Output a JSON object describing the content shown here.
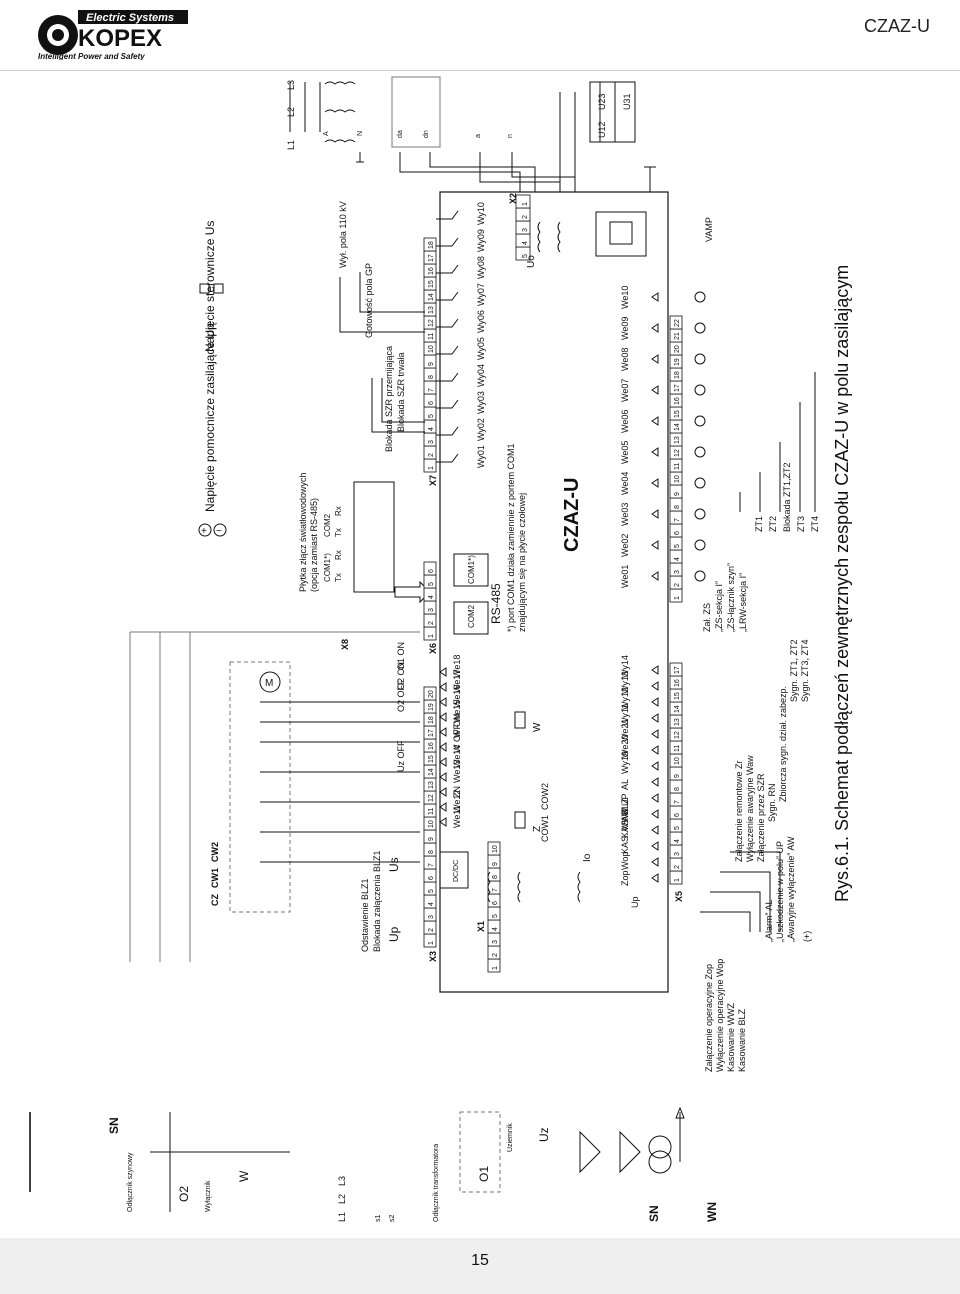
{
  "header": {
    "brand_top": "Electric Systems",
    "brand_name": "KOPEX",
    "brand_tagline": "Intelligent Power and Safety",
    "doc_code": "CZAZ-U"
  },
  "diagram": {
    "caption": "Rys.6.1.  Schemat podłączeń zewnętrznych zespołu CZAZ-U w polu zasilającym",
    "device_name": "CZAZ-U",
    "supply_aux": "Napięcie pomocnicze zasilające Up",
    "supply_ctrl": "Napięcie sterownicze  Us",
    "plus_sign": "+",
    "minus_sign": "−",
    "phases": [
      "L1",
      "L2",
      "L3"
    ],
    "meas_tags": [
      "A",
      "N",
      "da",
      "dn",
      "a",
      "n"
    ],
    "voltages": [
      "U12",
      "U23",
      "U31"
    ],
    "uo": "Uo",
    "vamp": "VAMP",
    "strips": {
      "X2": {
        "name": "X2",
        "pins": [
          "5",
          "4",
          "3",
          "2",
          "1"
        ]
      },
      "X7": {
        "name": "X7",
        "pins": [
          "1",
          "2",
          "3",
          "4",
          "5",
          "6",
          "7",
          "8",
          "9",
          "10",
          "11",
          "12",
          "13",
          "14",
          "15",
          "16",
          "17",
          "18"
        ]
      },
      "X6": {
        "name": "X6",
        "pins": [
          "1",
          "2",
          "3",
          "4",
          "5",
          "6"
        ]
      },
      "X8": {
        "name": "X8"
      },
      "X3": {
        "name": "X3",
        "pins": [
          "1",
          "2",
          "3",
          "4",
          "5",
          "6",
          "7",
          "8",
          "9",
          "10",
          "11",
          "12",
          "13",
          "14",
          "15",
          "16",
          "17",
          "18",
          "19",
          "20"
        ]
      },
      "X1": {
        "name": "X1",
        "pins": [
          "1",
          "2",
          "3",
          "4",
          "5",
          "6",
          "7",
          "8",
          "9",
          "10"
        ]
      },
      "X5": {
        "name": "X5",
        "pins": [
          "1",
          "2",
          "3",
          "4",
          "5",
          "6",
          "7",
          "8",
          "9",
          "10",
          "11",
          "12",
          "13",
          "14",
          "15",
          "16",
          "17"
        ]
      },
      "X4": {
        "name": "X4",
        "pins": [
          "1",
          "2",
          "3",
          "4",
          "5",
          "6",
          "7",
          "8",
          "9",
          "10",
          "11",
          "12",
          "13",
          "14",
          "15",
          "16",
          "17",
          "18",
          "19",
          "20",
          "21",
          "22"
        ]
      }
    },
    "relay_outputs": [
      "Wy01",
      "Wy02",
      "Wy03",
      "Wy04",
      "Wy05",
      "Wy06",
      "Wy07",
      "Wy08",
      "Wy09",
      "Wy10"
    ],
    "relay_functions": [
      "Blokada SZR przemijająca",
      "Blokada SZR trwała",
      "Gotowość pola GP",
      "Wył. pola 110 kV"
    ],
    "com_panel": {
      "title": "Płytka złącz światłowodowych",
      "subtitle": "(opcja zamiast RS-485)",
      "com_a": "COM1*)",
      "com_b": "COM2",
      "tx": "Tx",
      "rx": "Rx",
      "rs485": "RS-485",
      "note_1": "*) port COM1 działa zamiennie z portem COM1",
      "note_2": "znajdującym się na płycie czołowej"
    },
    "x3_inputs": [
      "We11",
      "We12",
      "ZN",
      "We13",
      "We14",
      "W OFF",
      "W ON",
      "We15",
      "We16",
      "We17",
      "We18"
    ],
    "x3_outputs": [
      "Uz OFF",
      "O2 OFF",
      "O2 ON",
      "O1 ON"
    ],
    "x3_labels": {
      "odst": "Odstawienie BLZ1",
      "blok": "Blokada załączenia BLZ1",
      "up": "Up",
      "us": "Us",
      "dcdc": "DC/DC",
      "cz": "CZ",
      "cw1": "CW1",
      "cw2": "CW2",
      "motor": "M"
    },
    "x1_labels": {
      "io": "Io",
      "z": "Z",
      "w": "W"
    },
    "x5_inputs": [
      "Zop",
      "Wop",
      "KAS. WWZ",
      "KAS. BLZ",
      "AW",
      "UP",
      "AL",
      "Wy19",
      "We20",
      "We21",
      "Wy11",
      "Wy12",
      "Wy13",
      "Wy14"
    ],
    "x5_labels": {
      "up": "Up",
      "cow1": "COW1",
      "cow2": "COW2"
    },
    "x4_inputs": [
      "We01",
      "We02",
      "We03",
      "We04",
      "We05",
      "We06",
      "We07",
      "We08",
      "We09",
      "We10"
    ],
    "left_notes": [
      "Załączenie operacyjne  Zop",
      "Wyłączenie operacyjne Wop",
      "Kasowanie WWZ",
      "Kasowanie BLZ",
      "„Alarm” AL",
      "„Uszkodzenie w polu” UP",
      "„Awaryjne wyłączenie” AW",
      "(+)"
    ],
    "mid_notes": [
      "Załączenie remontowe Zr",
      "Wyłączenie awaryjne Waw",
      "Załączenie przez SZR",
      "Sygn. RN",
      "Zbiorcza sygn. dział. zabezp.",
      "Sygn. ZT1, ZT2",
      "Sygn. ZT3, ZT4"
    ],
    "right_notes": [
      "Zał. ZS",
      "„ZS-sekcja I”",
      "„ZS-łącznik szyn”",
      "„LRW-sekcja I”",
      "ZT1",
      "ZT2",
      "Blokada ZT1,ZT2",
      "ZT3",
      "ZT4"
    ],
    "field": {
      "sn": "SN",
      "wn": "WN",
      "o2": "O2",
      "o1": "O1",
      "w": "W",
      "uz": "Uz",
      "odl_szyn": "Odłącznik szynowy",
      "wylacznik": "Wyłącznik",
      "odl_trafo": "Odłącznik transformatora",
      "uziemnik": "Uziemnik",
      "s1": "s1",
      "s2": "s2"
    }
  },
  "footer": {
    "page_number": "15"
  }
}
